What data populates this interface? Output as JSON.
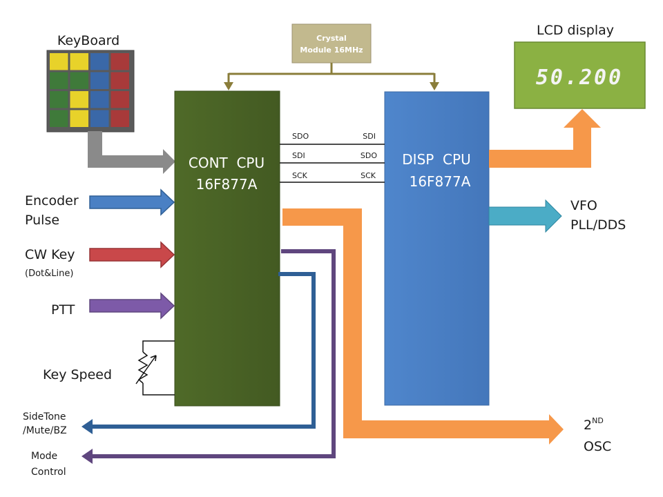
{
  "keyboard": {
    "label": "KeyBoard",
    "grid": [
      [
        "#e8d22a",
        "#e8d22a",
        "#3a68a8",
        "#a83a3a"
      ],
      [
        "#3f7a3a",
        "#3f7a3a",
        "#3a68a8",
        "#a83a3a"
      ],
      [
        "#3f7a3a",
        "#e8d22a",
        "#3a68a8",
        "#a83a3a"
      ],
      [
        "#3f7a3a",
        "#e8d22a",
        "#3a68a8",
        "#a83a3a"
      ]
    ]
  },
  "crystal": {
    "line1": "Crystal",
    "line2": "Module 16MHz"
  },
  "lcd": {
    "label": "LCD display",
    "readout": "50.200"
  },
  "cont_cpu": {
    "line1": "CONT  CPU",
    "line2": "16F877A"
  },
  "disp_cpu": {
    "line1": "DISP  CPU",
    "line2": "16F877A"
  },
  "bus": [
    {
      "left": "SDO",
      "right": "SDI"
    },
    {
      "left": "SDI",
      "right": "SDO"
    },
    {
      "left": "SCK",
      "right": "SCK"
    }
  ],
  "inputs": {
    "encoder": {
      "line1": "Encoder",
      "line2": "Pulse"
    },
    "cw_key": {
      "line1": "CW Key",
      "line2": "(Dot&Line)"
    },
    "ptt": "PTT",
    "key_speed": "Key Speed"
  },
  "outputs": {
    "vfo": {
      "line1": "VFO",
      "line2": "PLL/DDS"
    },
    "second_osc": {
      "sup": "ND",
      "main": "2",
      "line2": "OSC"
    },
    "sidetone": {
      "line1": "SideTone",
      "line2": "/Mute/BZ"
    },
    "mode": {
      "line1": "Mode",
      "line2": "Control"
    }
  },
  "colors": {
    "cont_cpu": "#4b6326",
    "disp_cpu": "#4a7fc4",
    "crystal": "#c2b98e",
    "lcd": "#8bb143",
    "orange": "#f6984a",
    "blue_arrow": "#4a80c4",
    "red_arrow": "#c9484a",
    "purple_arrow": "#7d5aa8",
    "gray_arrow": "#8a8a8a",
    "cyan_arrow": "#4bacc6",
    "olive_line": "#8a7d3a",
    "dark_blue_line": "#2f5f95",
    "purple_line": "#5f467e"
  }
}
